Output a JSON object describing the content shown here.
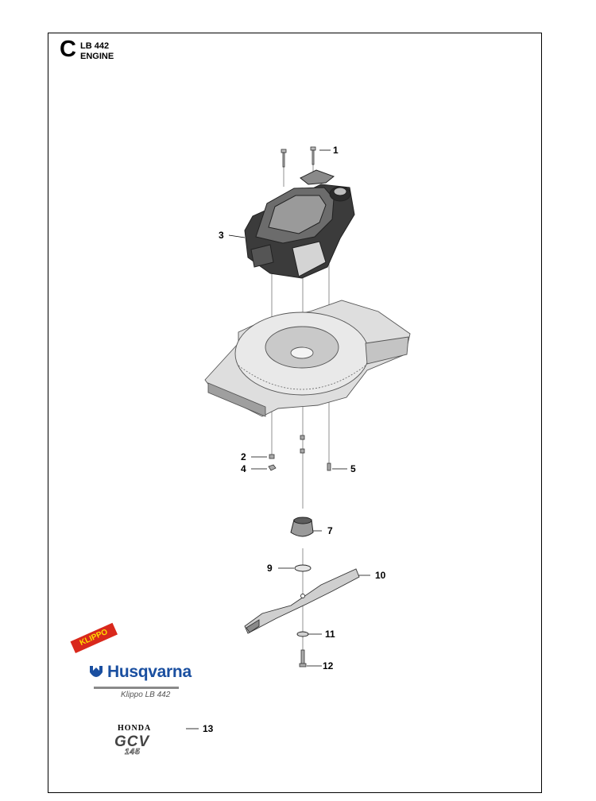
{
  "section": {
    "letter": "C",
    "model": "LB 442",
    "name": "ENGINE"
  },
  "callouts": [
    "1",
    "2",
    "3",
    "4",
    "5",
    "7",
    "9",
    "10",
    "11",
    "12",
    "13"
  ],
  "brand": {
    "tag": "KLIPPO",
    "name": "Husqvarna",
    "model_caption": "Klippo LB 442",
    "engine_maker": "HONDA",
    "engine_series": "GCV",
    "engine_size": "145"
  },
  "colors": {
    "husqvarna_blue": "#1a4fa0",
    "klippo_red": "#d9281c",
    "klippo_yellow": "#ffdc00"
  }
}
